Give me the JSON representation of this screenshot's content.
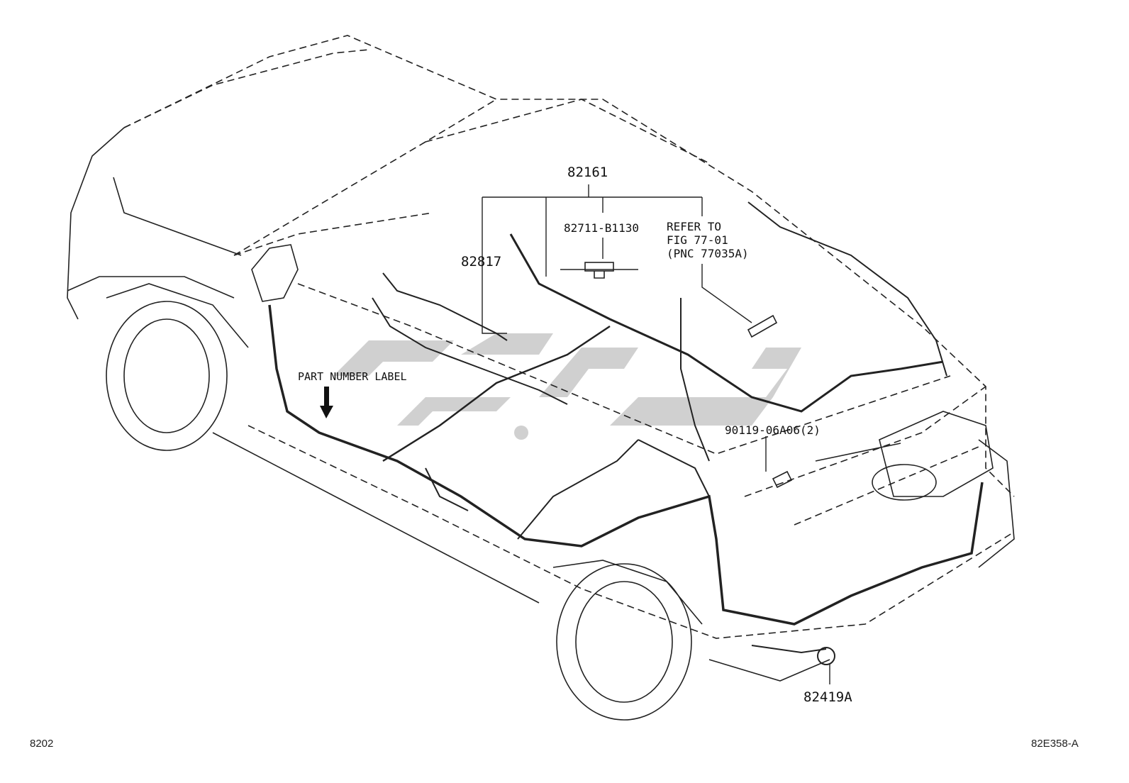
{
  "diagram": {
    "footer_left": "8202",
    "footer_right": "82E358-A",
    "watermark_text": "",
    "labels": {
      "part_82161": "82161",
      "part_82817": "82817",
      "part_82711": "82711-B1130",
      "refer_line1": "REFER TO",
      "refer_line2": "FIG 77-01",
      "refer_line3": "(PNC 77035A)",
      "part_number_label": "PART NUMBER LABEL",
      "part_90119": "90119-06A06(2)",
      "part_82419": "82419A"
    }
  }
}
